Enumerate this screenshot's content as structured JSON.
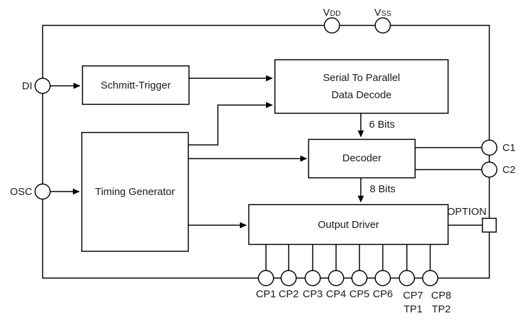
{
  "diagram": {
    "type": "functional-block-diagram",
    "background": "#ffffff",
    "line_color": "#000000",
    "text_color": "#1a1a1a"
  },
  "blocks": {
    "schmitt_trigger": {
      "label": "Schmitt-Trigger"
    },
    "serial_to_parallel": {
      "line1": "Serial To Parallel",
      "line2": "Data Decode"
    },
    "timing_generator": {
      "label": "Timing Generator"
    },
    "decoder": {
      "label": "Decoder"
    },
    "output_driver": {
      "label": "Output Driver"
    }
  },
  "buses": {
    "six_bits": "6 Bits",
    "eight_bits": "8 Bits"
  },
  "pins": {
    "vdd": {
      "base": "V",
      "sub": "DD"
    },
    "vss": {
      "base": "V",
      "sub": "SS"
    },
    "di": "DI",
    "osc": "OSC",
    "c1": "C1",
    "c2": "C2",
    "option": "OPTION",
    "cp": [
      "CP1",
      "CP2",
      "CP3",
      "CP4",
      "CP5",
      "CP6",
      "CP7",
      "CP8"
    ],
    "tp": [
      "TP1",
      "TP2"
    ]
  }
}
